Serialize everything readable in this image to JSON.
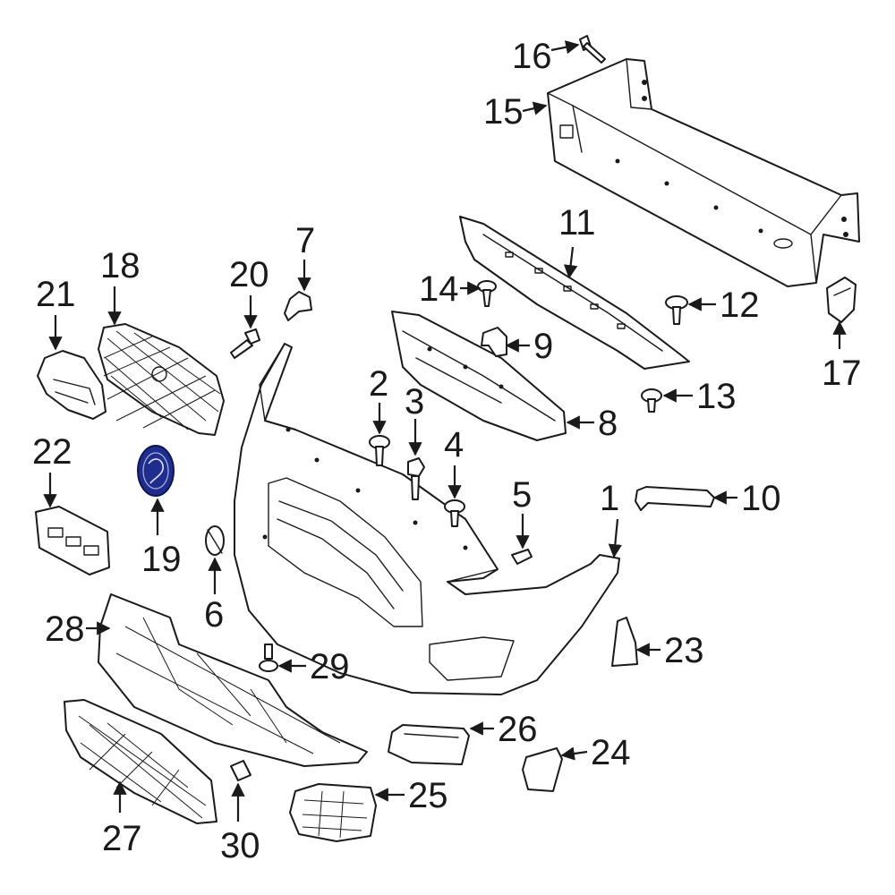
{
  "diagram": {
    "highlight_color": "#1f2d8c",
    "line_color": "#1a1a1a",
    "callouts": [
      "1",
      "2",
      "3",
      "4",
      "5",
      "6",
      "7",
      "8",
      "9",
      "10",
      "11",
      "12",
      "13",
      "14",
      "15",
      "16",
      "17",
      "18",
      "19",
      "20",
      "21",
      "22",
      "23",
      "24",
      "25",
      "26",
      "27",
      "28",
      "29",
      "30"
    ]
  }
}
